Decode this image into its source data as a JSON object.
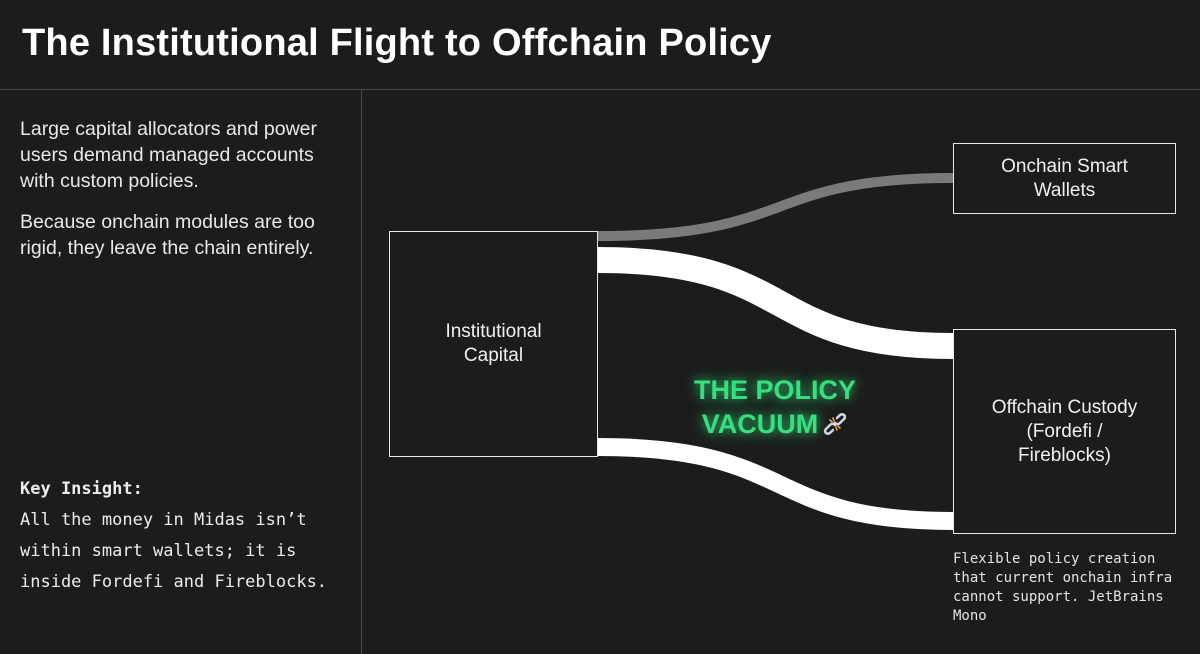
{
  "title": "The Institutional Flight to Offchain Policy",
  "left_panel": {
    "paragraph_1": "Large capital allocators and power users demand managed accounts with custom policies.",
    "paragraph_2": "Because onchain modules are too rigid, they leave the chain entirely.",
    "insight_heading": "Key Insight:",
    "insight_body": "All the money in Midas isn’t within smart wallets; it is inside Fordefi and Fireblocks."
  },
  "diagram": {
    "source_label": "Institutional\nCapital",
    "target_onchain_label": "Onchain Smart\nWallets",
    "target_offchain_label": "Offchain Custody\n(Fordefi /\nFireblocks)",
    "vacuum_line_1": "THE POLICY",
    "vacuum_line_2": "VACUUM",
    "vacuum_icon": "broken-link-icon",
    "note": "Flexible policy creation that current onchain infra cannot support. JetBrains Mono",
    "colors": {
      "background": "#1c1c1c",
      "flow_major": "#ffffff",
      "flow_minor": "#7a7a7a",
      "accent_glow": "#36e07e"
    }
  }
}
